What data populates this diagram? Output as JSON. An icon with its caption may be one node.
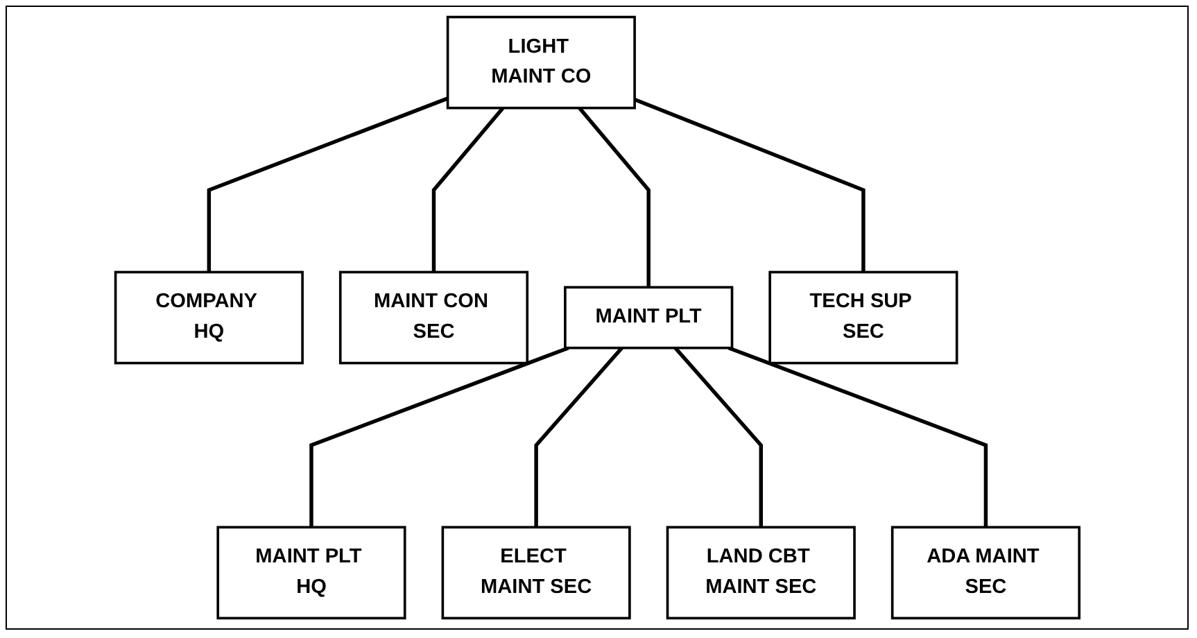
{
  "diagram": {
    "nodes": [
      {
        "text": [
          "LIGHT MAINT CO"
        ]
      },
      {
        "text": [
          "COMPANY HQ"
        ]
      },
      {
        "text": [
          "MAINT CON SEC"
        ]
      },
      {
        "text": [
          "MAINT PLT"
        ]
      },
      {
        "text": [
          "TECH SUP SEC"
        ]
      },
      {
        "text": [
          "MAINT PLT HQ"
        ]
      },
      {
        "text": [
          "ELECT MAINT SEC"
        ]
      },
      {
        "text": [
          "LAND CBT MAINT SEC"
        ]
      },
      {
        "text": [
          "ADA MAINT SEC"
        ]
      }
    ],
    "edges": [
      {
        "from": 0,
        "to": 1,
        "arrow": "none"
      },
      {
        "from": 0,
        "to": 2,
        "arrow": "none"
      },
      {
        "from": 0,
        "to": 3,
        "arrow": "none"
      },
      {
        "from": 0,
        "to": 4,
        "arrow": "none"
      },
      {
        "from": 3,
        "to": 5,
        "arrow": "none"
      },
      {
        "from": 3,
        "to": 6,
        "arrow": "none"
      },
      {
        "from": 3,
        "to": 7,
        "arrow": "none"
      },
      {
        "from": 3,
        "to": 8,
        "arrow": "none"
      }
    ]
  }
}
